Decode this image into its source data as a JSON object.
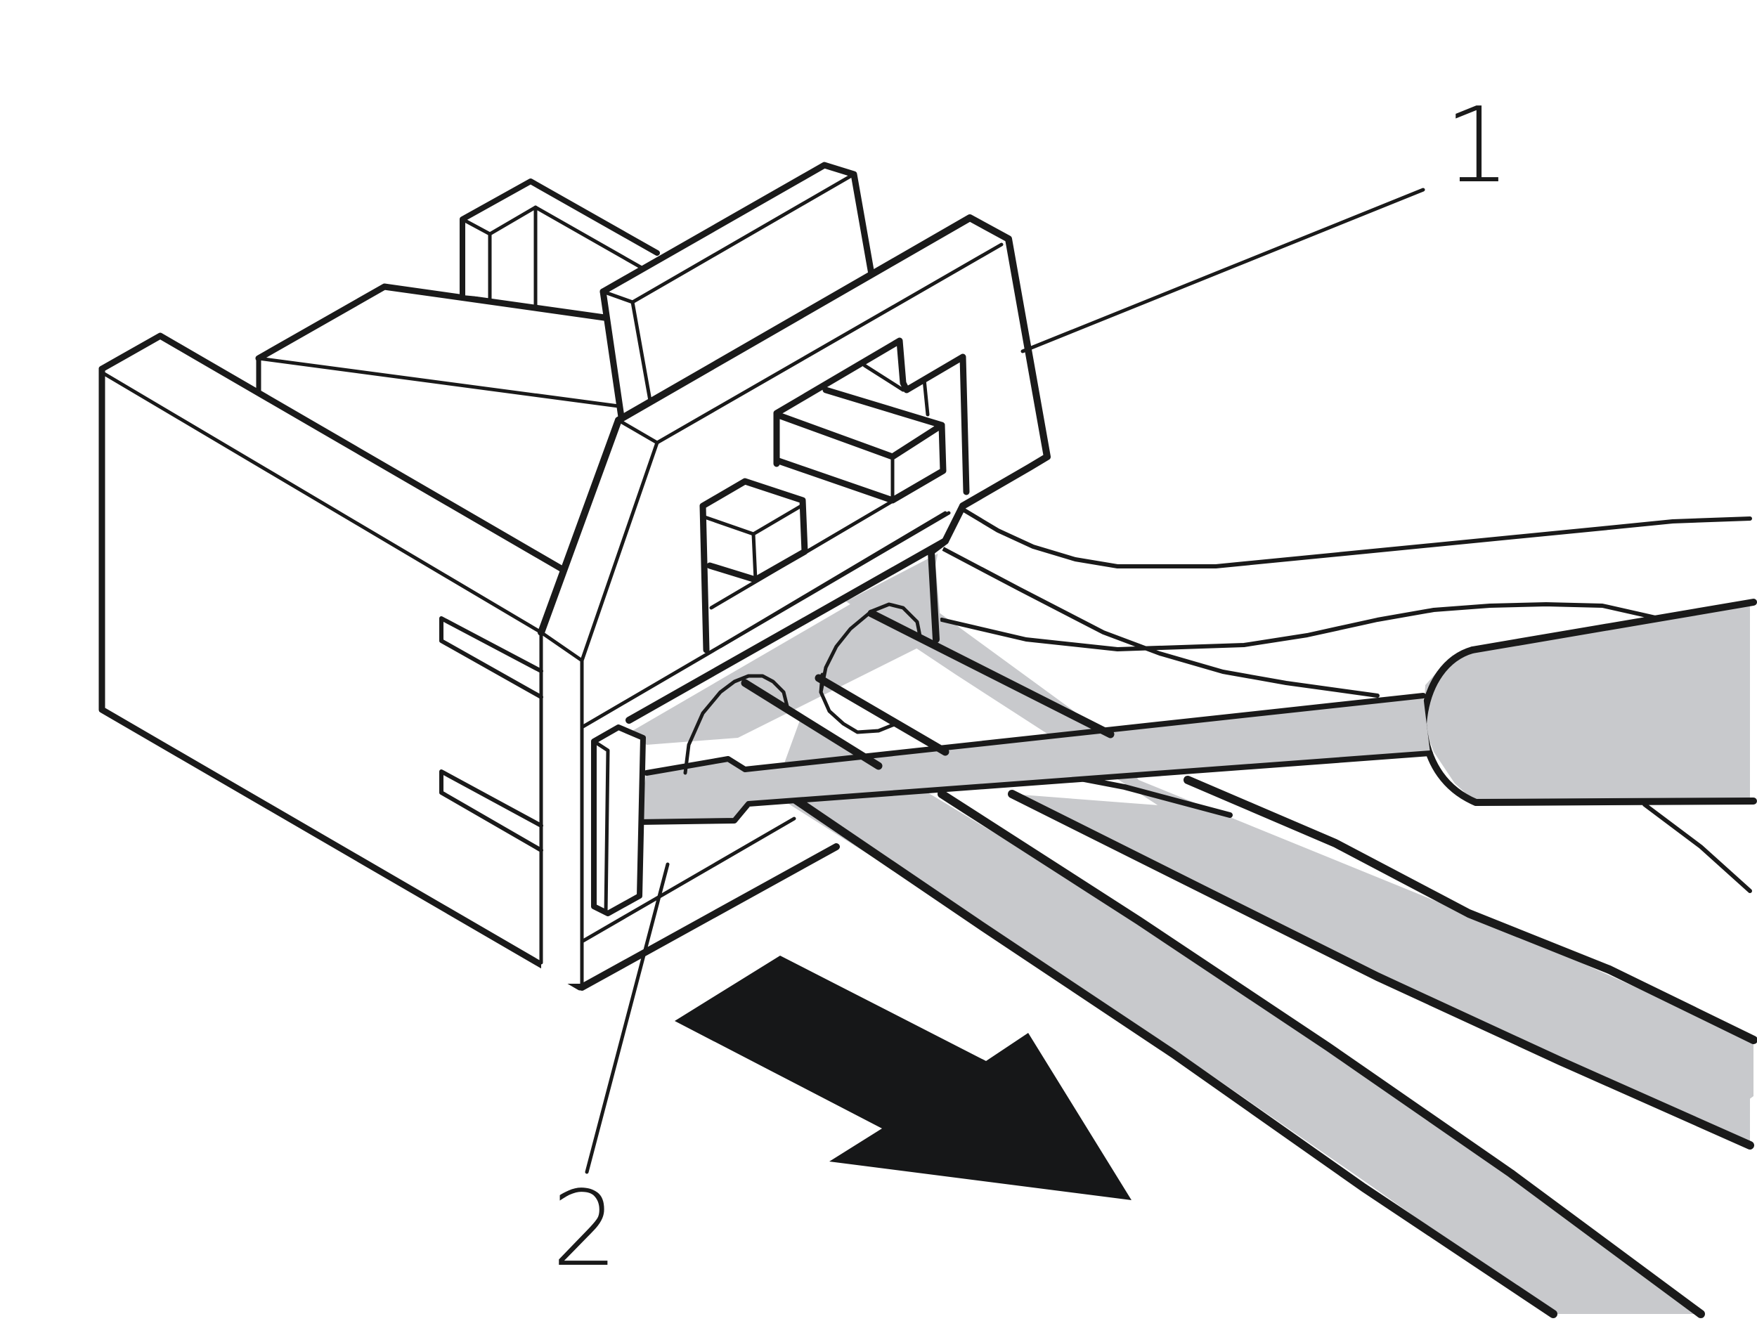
{
  "callouts": [
    {
      "id": "1",
      "label": "1"
    },
    {
      "id": "2",
      "label": "2"
    }
  ],
  "colors": {
    "stroke": "#1a1a1a",
    "cable_fill": "#c8c9cc",
    "arrow_fill": "#161718",
    "background": "#ffffff"
  },
  "icons": {
    "direction_arrow": "pull-out-arrow-icon",
    "tool": "screwdriver-icon",
    "connector": "cable-clamp-connector-icon"
  }
}
